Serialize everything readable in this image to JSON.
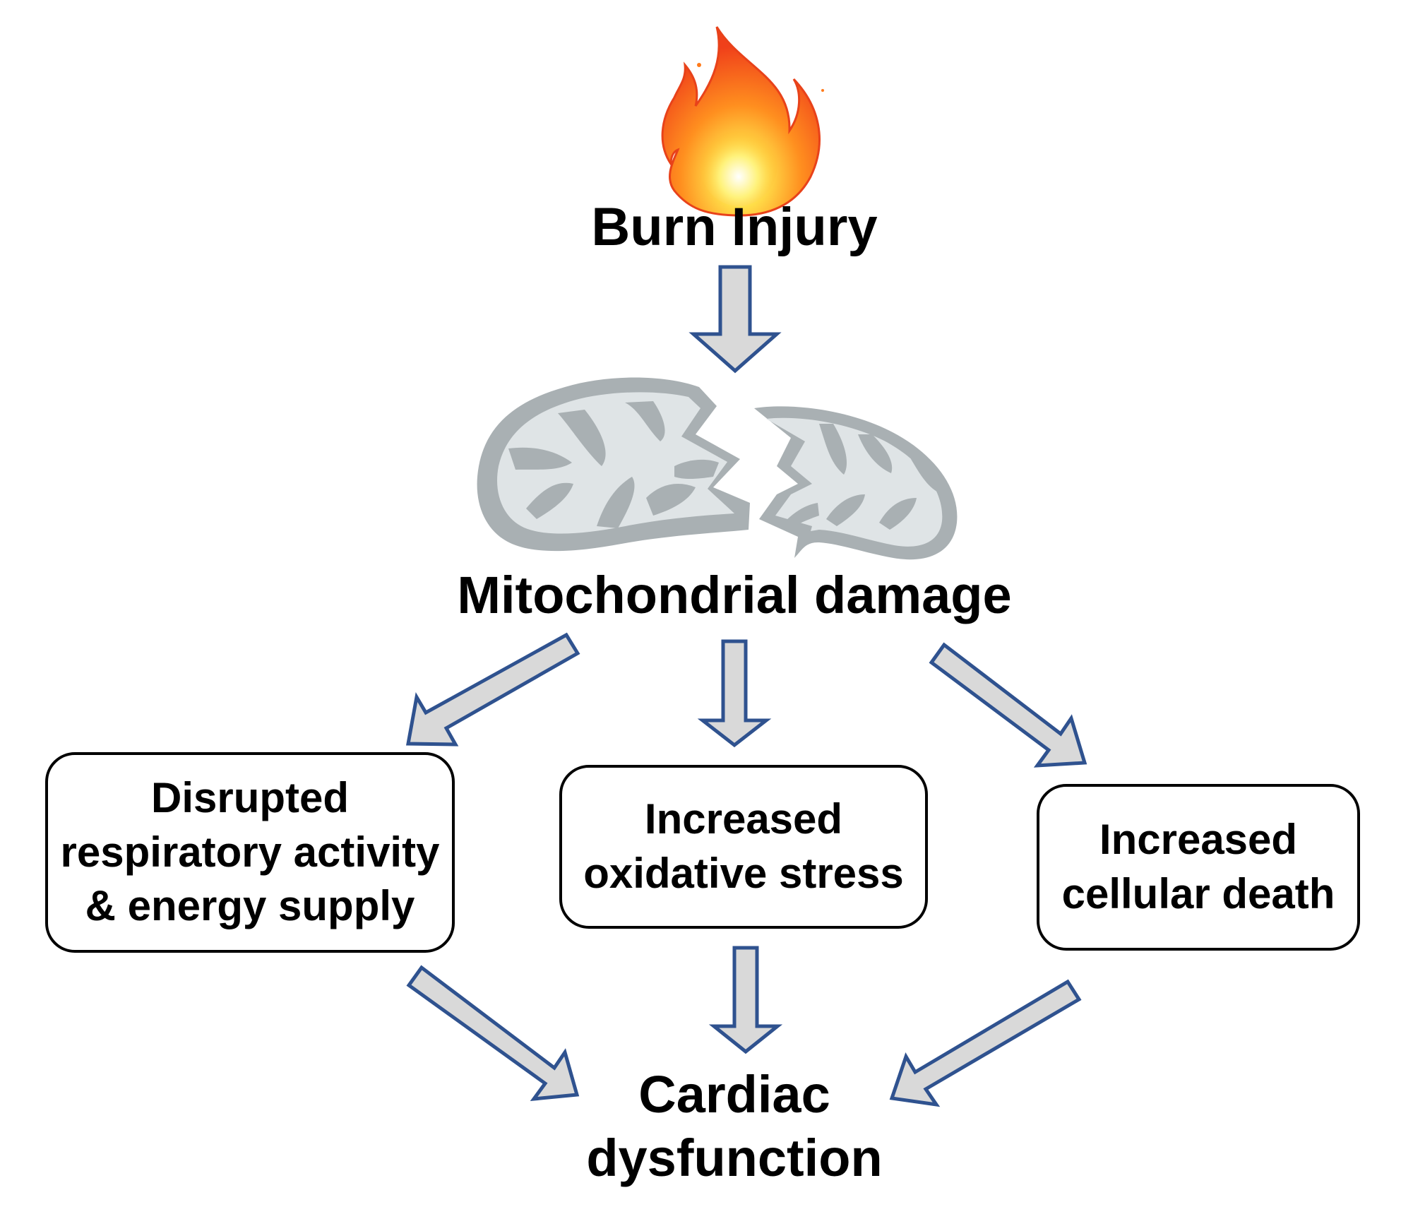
{
  "diagram": {
    "burn_injury": {
      "label": "Burn Injury",
      "icon": "fire-icon"
    },
    "mitochondrial_damage": {
      "label": "Mitochondrial damage",
      "icon": "broken-mitochondrion-icon"
    },
    "effects": [
      {
        "lines": [
          "Disrupted",
          "respiratory activity",
          "& energy supply"
        ]
      },
      {
        "lines": [
          "Increased",
          "oxidative stress"
        ]
      },
      {
        "lines": [
          "Increased",
          "cellular death"
        ]
      }
    ],
    "outcome": {
      "lines": [
        "Cardiac",
        "dysfunction"
      ]
    }
  },
  "colors": {
    "arrow_fill": "#d9d9d9",
    "arrow_stroke": "#2f528f",
    "flame_outer": "#f44d1a",
    "flame_inner": "#ffd21f",
    "mito_outer": "#a9b0b3",
    "mito_inner": "#dfe4e6",
    "box_border": "#000000",
    "text": "#000000"
  }
}
